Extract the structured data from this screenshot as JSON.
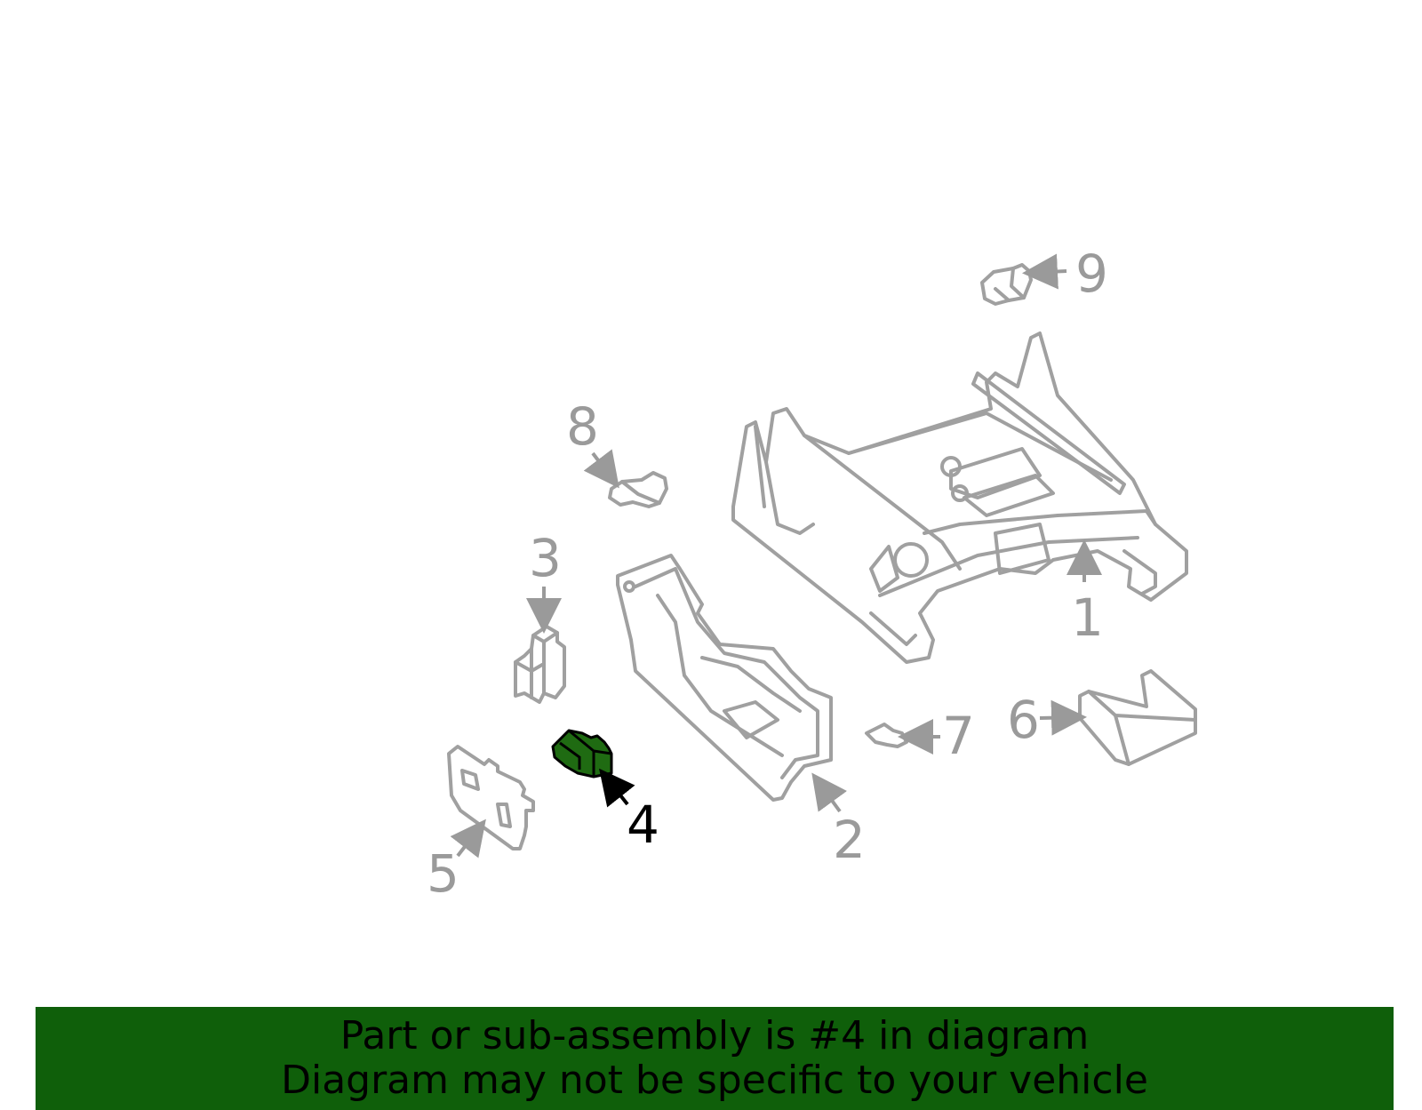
{
  "callouts": [
    {
      "id": "1",
      "label": "1"
    },
    {
      "id": "2",
      "label": "2"
    },
    {
      "id": "3",
      "label": "3"
    },
    {
      "id": "4",
      "label": "4"
    },
    {
      "id": "5",
      "label": "5"
    },
    {
      "id": "6",
      "label": "6"
    },
    {
      "id": "7",
      "label": "7"
    },
    {
      "id": "8",
      "label": "8"
    },
    {
      "id": "9",
      "label": "9"
    }
  ],
  "highlighted_part": "4",
  "colors": {
    "highlight": "#1f6b12",
    "banner": "#0f5f0a",
    "line_art": "#a0a0a0"
  },
  "banner": {
    "line1": "Part or sub-assembly is #4 in diagram",
    "line2": "Diagram may not be specific to your vehicle"
  }
}
